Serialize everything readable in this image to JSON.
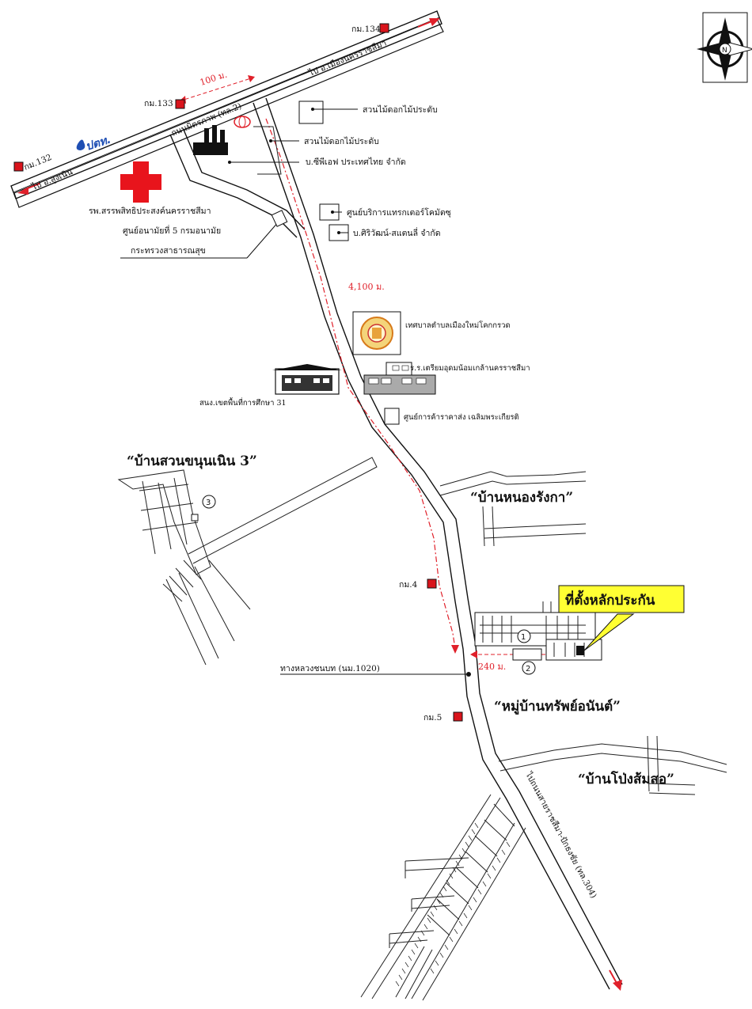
{
  "roads": {
    "highway_2": "ถนนมิตรภาพ (ทล.2)",
    "to_nakhon_ratchasima": "ไป อ.เมืองนครราชสีมา",
    "to_sung_noen": "ไป อ.สูงเนิน",
    "to_chok_chai": "ไปถนนสายราชสีมา-ปักธงชัย (ทล.304)",
    "rural_road": "ทางหลวงชนบท (นม.1020)"
  },
  "km_markers": {
    "km132": "กม.132",
    "km133": "กม.133",
    "km134": "กม.134",
    "km4": "กม.4",
    "km5": "กม.5"
  },
  "distances": {
    "d100": "100 ม.",
    "d4100": "4,100 ม.",
    "d240": "240 ม."
  },
  "landmarks": {
    "ptt": "ปตท.",
    "hospital": "รพ.สรรพสิทธิประสงค์นครราชสีมา",
    "health_center_1": "ศูนย์อนามัยที่ 5 กรมอนามัย",
    "health_center_2": "กระทรวงสาธารณสุข",
    "garden_1": "สวนไม้ดอกไม้ประดับ",
    "garden_2": "สวนไม้ดอกไม้ประดับ",
    "company_cpf": "บ.ซีพีเอฟ ประเทศไทย จำกัด",
    "komatsu": "ศูนย์บริการแทรกเตอร์โคมัตซุ",
    "sriwat": "บ.ศิริวัฒน์-สแตนลี่ จำกัด",
    "municipality": "เทศบาลตำบลเมืองใหม่โคกกรวด",
    "school": "ร.ร.เตรียมอุดมน้อมเกล้านครราชสีมา",
    "office": "สนง.เขตพื้นที่การศึกษา 31",
    "market": "ศูนย์การค้าราคาส่ง เฉลิมพระเกียรติ"
  },
  "villages": {
    "v1": "“บ้านสวนขนุนเนิน 3”",
    "v2": "“บ้านหนองรังกา”",
    "v3": "“หมู่บ้านทรัพย์อนันต์”",
    "v4": "“บ้านโป่งส้มสอ”"
  },
  "callout": "ที่ตั้งหลักประกัน",
  "plot_numbers": [
    "1",
    "2",
    "3"
  ],
  "compass_label": "N",
  "colors": {
    "accent_red": "#e0202a",
    "km_marker": "#d9141c",
    "callout_bg": "#ffff33",
    "cross": "#e8141c",
    "ptt_blue": "#1f4fb4"
  },
  "icons": {
    "compass": "compass-rose-icon",
    "hospital": "red-cross-icon",
    "factory": "factory-icon",
    "toyota": "toyota-logo-icon",
    "seal": "municipality-seal-icon",
    "building": "building-icon"
  }
}
